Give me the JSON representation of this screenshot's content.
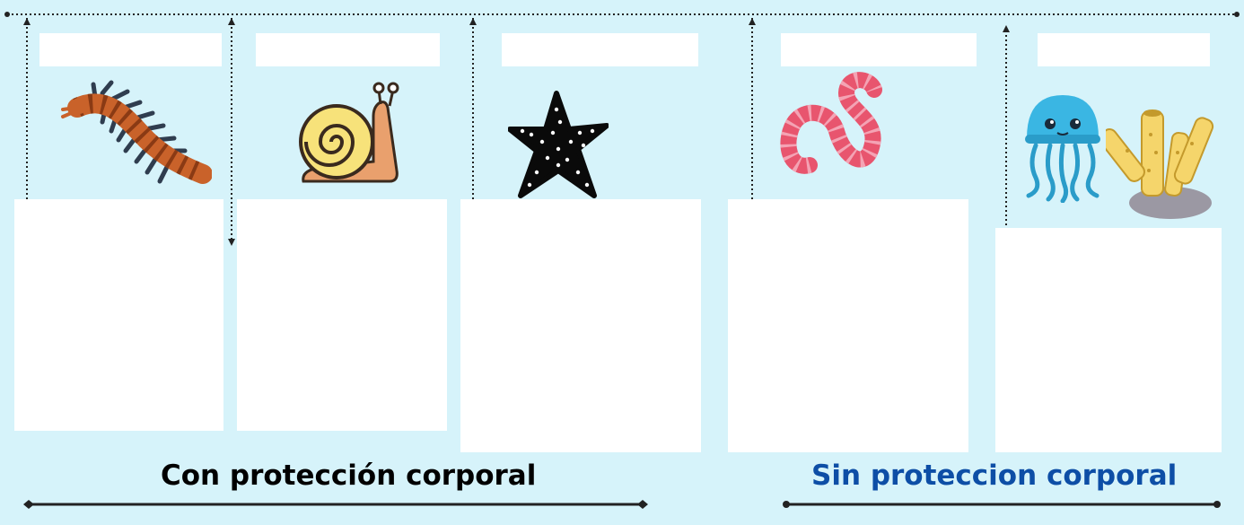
{
  "colors": {
    "background": "#d6f3fa",
    "con_caption": "#000000",
    "sin_caption": "#0d4ea6",
    "connector": "#222222"
  },
  "groups": {
    "con": {
      "caption": "Con protección corporal"
    },
    "sin": {
      "caption": "Sin proteccion corporal"
    }
  },
  "animals": [
    {
      "icon": "centipede-icon",
      "group": "con"
    },
    {
      "icon": "snail-icon",
      "group": "con"
    },
    {
      "icon": "starfish-icon",
      "group": "con"
    },
    {
      "icon": "earthworm-icon",
      "group": "sin"
    },
    {
      "icon": "jellyfish-icon",
      "group": "sin"
    },
    {
      "icon": "sponge-icon",
      "group": "sin"
    }
  ]
}
